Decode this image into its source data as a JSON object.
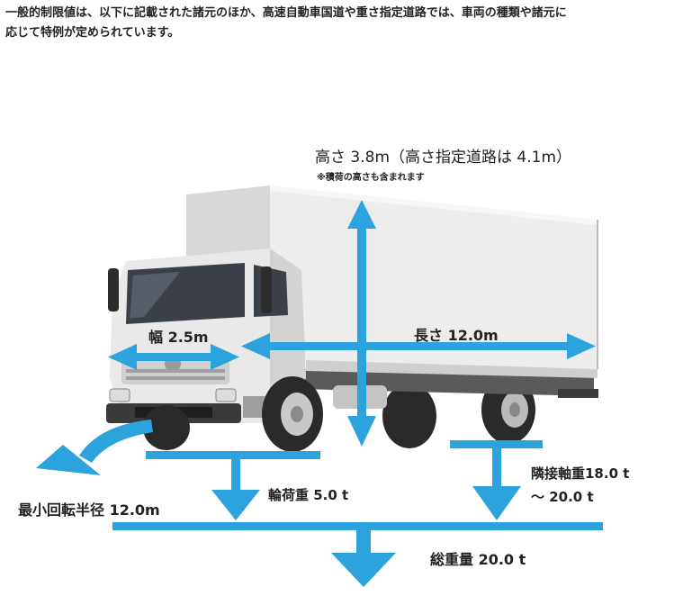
{
  "intro": {
    "line1": "一般的制限値は、以下に記載された諸元のほか、高速自動車国道や重さ指定道路では、車両の種類や諸元に",
    "line2": "応じて特例が定められています。"
  },
  "labels": {
    "height": "高さ 3.8m（高さ指定道路は 4.1m）",
    "height_note": "※積荷の高さも含まれます",
    "width": "幅 2.5m",
    "length": "長さ 12.0m",
    "turning_radius": "最小回転半径 12.0m",
    "wheel_load": "輪荷重 5.0 t",
    "axle_load_line1": "隣接軸重18.0 t",
    "axle_load_line2": "～ 20.0 t",
    "gross_weight": "総重量 20.0 t"
  },
  "colors": {
    "arrow": "#2ca3dc",
    "text": "#222222"
  }
}
